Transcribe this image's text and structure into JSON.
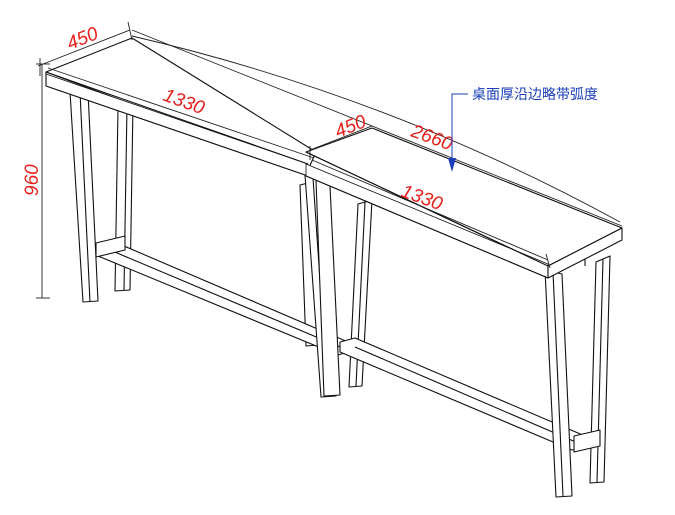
{
  "dimensions": {
    "left_depth": "450",
    "left_length": "1330",
    "right_depth": "450",
    "overall_length": "2660",
    "right_length": "1330",
    "height": "960"
  },
  "annotation": {
    "note": "桌面厚沿边略带弧度"
  },
  "colors": {
    "dimension_text": "#e8201c",
    "annotation_text": "#1a3fb8",
    "annotation_arrow": "#1a3fb8",
    "line": "#111111"
  }
}
